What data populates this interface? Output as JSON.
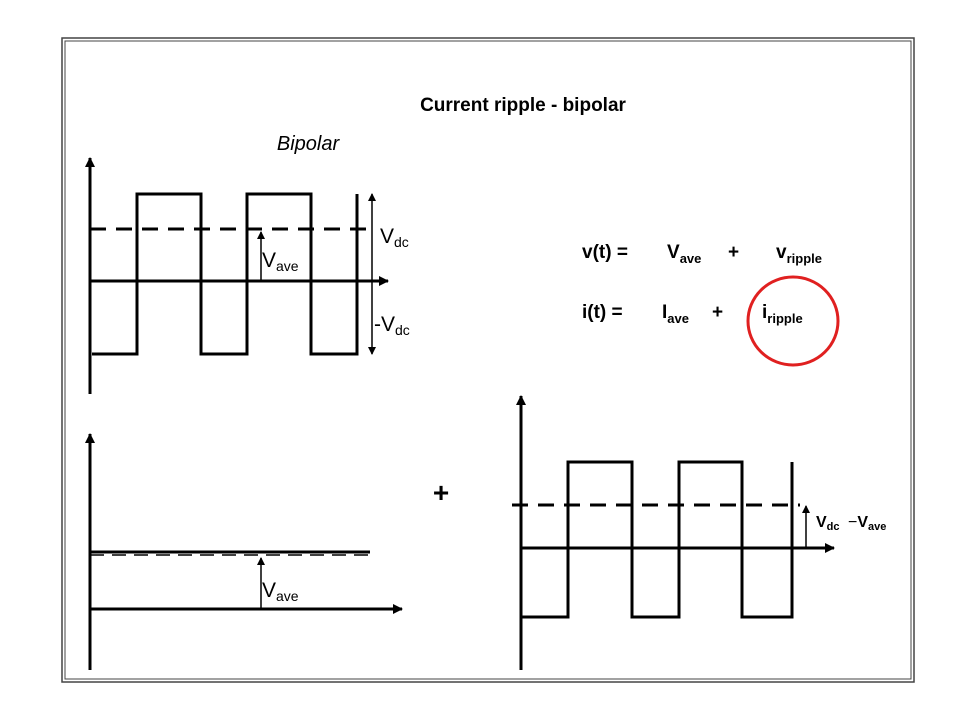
{
  "title": "Current ripple - bipolar",
  "subtitle": "Bipolar",
  "labels": {
    "vdc_main": "V",
    "vdc_sub": "dc",
    "neg_vdc_main": "-V",
    "neg_vdc_sub": "dc",
    "vave_main": "V",
    "vave_sub": "ave",
    "plus": "+",
    "diff_vdc_main": "V",
    "diff_vdc_sub": "dc",
    "diff_minus": "−",
    "diff_vave_main": "V",
    "diff_vave_sub": "ave"
  },
  "equations": {
    "v": {
      "lhs": "v(t) =",
      "t1_main": "V",
      "t1_sub": "ave",
      "op": "+",
      "t2_main": "v",
      "t2_sub": "ripple"
    },
    "i": {
      "lhs": "i(t) =",
      "t1_main": "I",
      "t1_sub": "ave",
      "op": "+",
      "t2_main": "i",
      "t2_sub": "ripple"
    }
  },
  "colors": {
    "highlight_circle": "#e02020",
    "stroke": "#000000",
    "frame": "#555555"
  }
}
